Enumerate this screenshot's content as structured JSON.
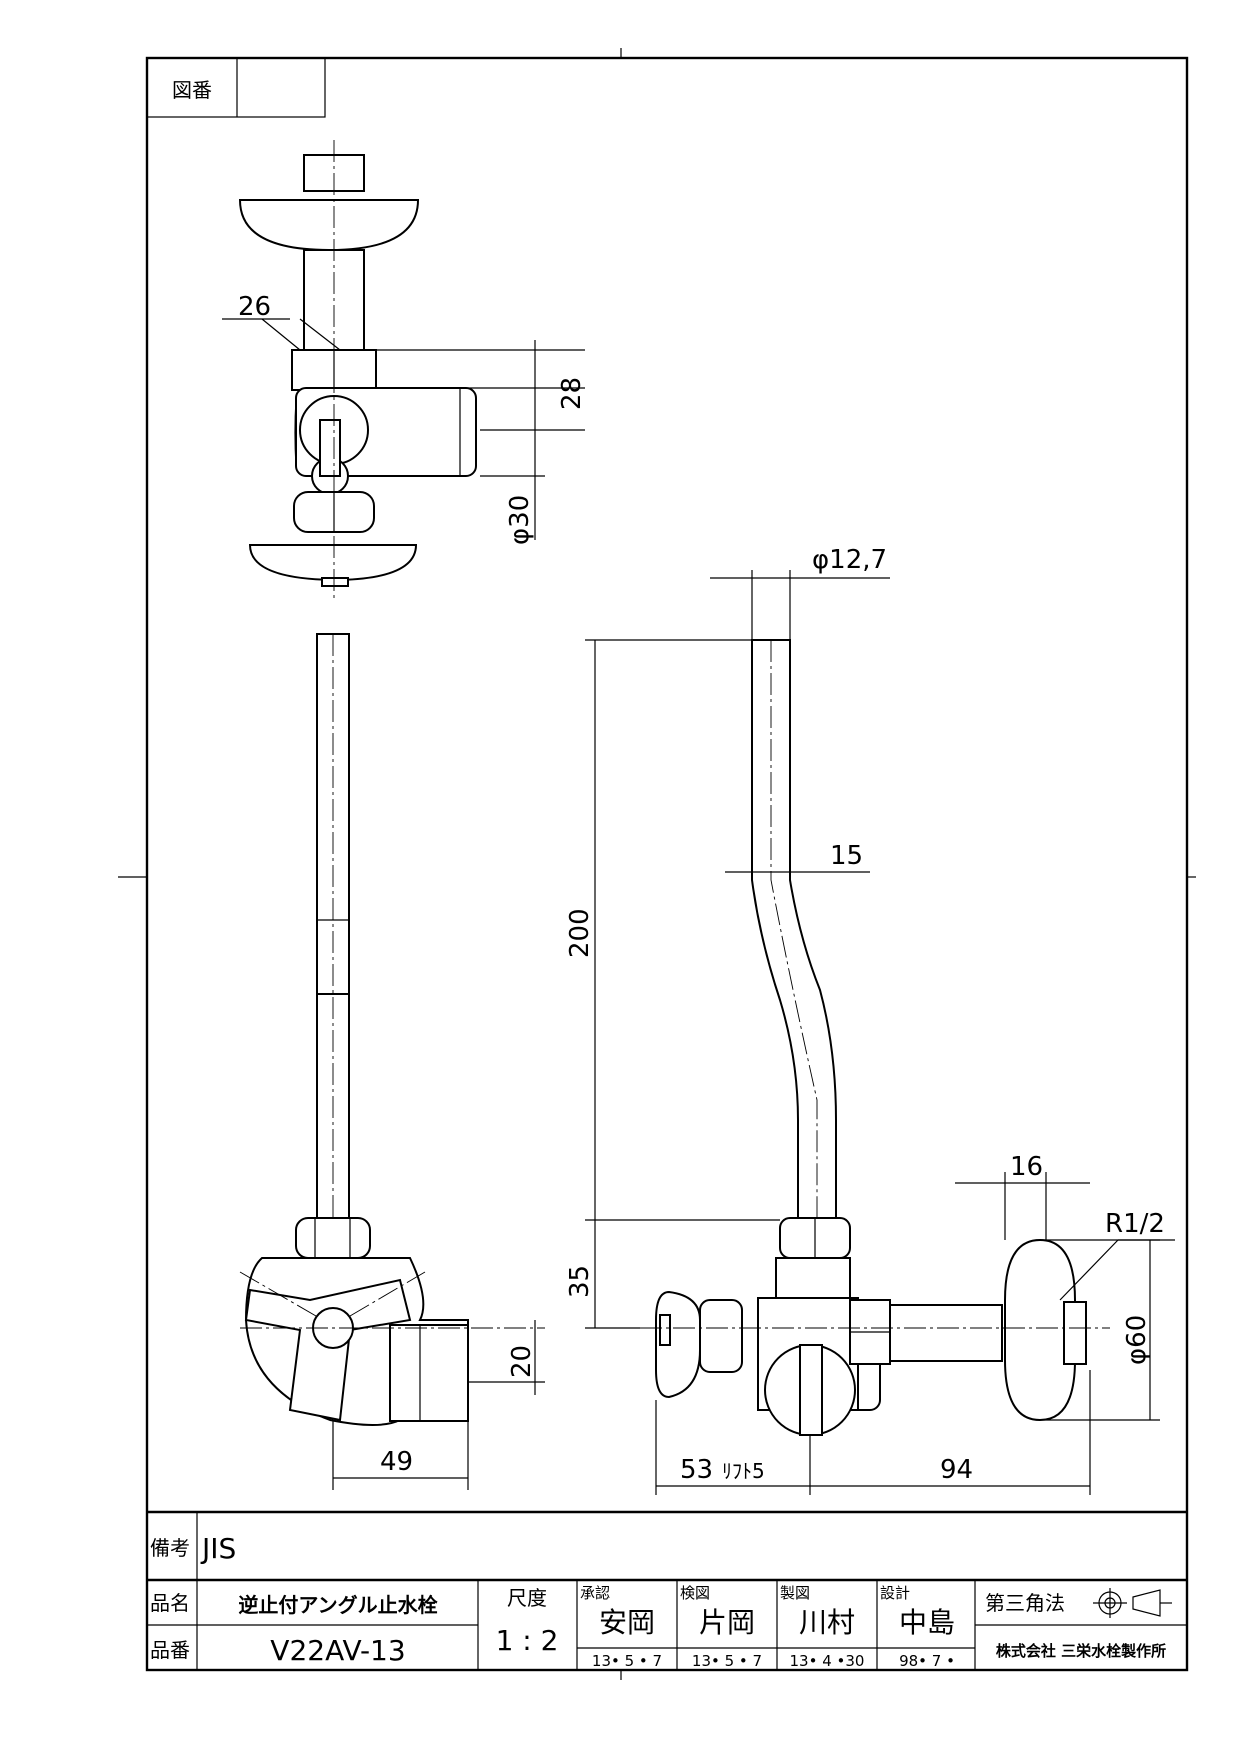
{
  "title_block": {
    "drawing_number_label": "図番",
    "remarks_label": "備考",
    "remarks_value": "JIS",
    "product_name_label": "品名",
    "product_name": "逆止付アングル止水栓",
    "product_number_label": "品番",
    "product_number": "V22AV-13",
    "scale_label": "尺度",
    "scale_value": "1 : 2",
    "approval_label": "承認",
    "approval_name": "安岡",
    "approval_date": "13• 5 • 7",
    "check_label": "検図",
    "check_name": "片岡",
    "check_date": "13• 5 • 7",
    "drafting_label": "製図",
    "drafting_name": "川村",
    "drafting_date": "13• 4 •30",
    "design_label": "設計",
    "design_name": "中島",
    "design_date": "98• 7 •",
    "projection_label": "第三角法",
    "company": "株式会社 三栄水栓製作所"
  },
  "dimensions": {
    "d26": "26",
    "d28": "28",
    "d30": "φ30",
    "d12_7": "φ12,7",
    "d15": "15",
    "d200": "200",
    "d35": "35",
    "d20": "20",
    "d49": "49",
    "d53": "53",
    "lift": "ﾘﾌﾄ5",
    "d94": "94",
    "d16": "16",
    "r12": "R1/2",
    "d60": "φ60"
  }
}
